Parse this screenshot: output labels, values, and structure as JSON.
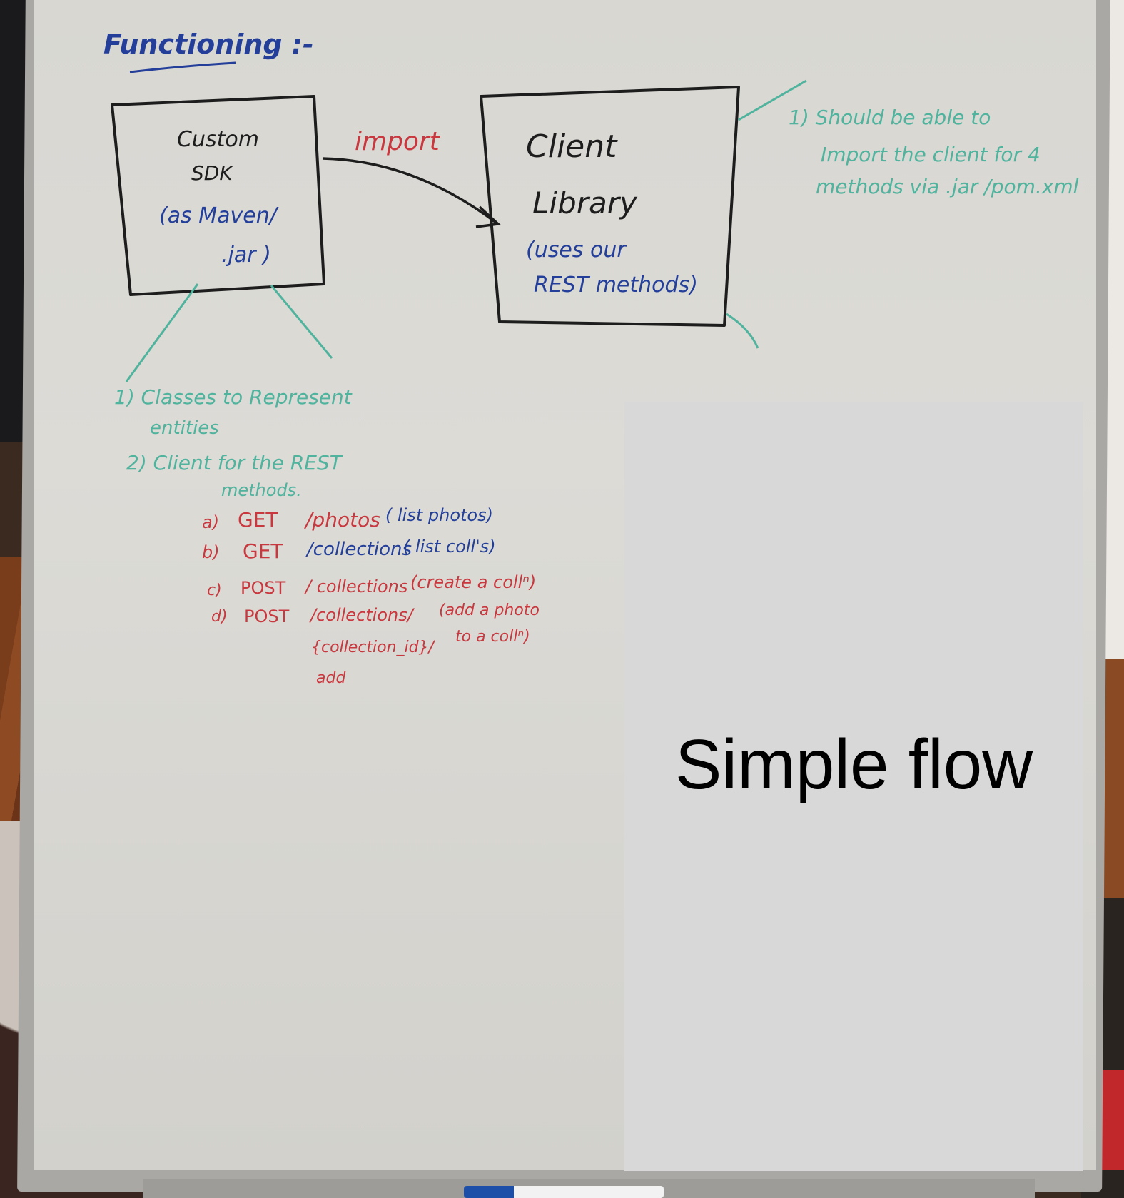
{
  "whiteboard": {
    "heading": "Functioning :-",
    "sdk_box": {
      "line1": "Custom",
      "line2": "SDK",
      "line3": "(as Maven/",
      "line4": ".jar )"
    },
    "arrow_label": "import",
    "client_box": {
      "line1": "Client",
      "line2": "Library",
      "line3": "(uses our",
      "line4": "REST methods)"
    },
    "client_note": {
      "line1": "1) Should be able to",
      "line2": "Import the client for 4",
      "line3": "methods via .jar /pom.xml"
    },
    "sdk_notes": {
      "note1_line1": "1) Classes to Represent",
      "note1_line2": "entities",
      "note2_line1": "2) Client for the REST",
      "note2_line2": "methods."
    },
    "methods": [
      {
        "letter": "a)",
        "verb": "GET",
        "path": "/photos",
        "desc": "( list photos)"
      },
      {
        "letter": "b)",
        "verb": "GET",
        "path": "/collections",
        "desc": "( list coll's)"
      },
      {
        "letter": "c)",
        "verb": "POST",
        "path": "/ collections",
        "desc": "(create a collⁿ)"
      },
      {
        "letter": "d)",
        "verb": "POST",
        "path": "/collections/",
        "desc": "(add a photo"
      }
    ],
    "method_d_extra": {
      "path_line2": "{collection_id}/",
      "path_line3": "add",
      "desc_line2": "to a collⁿ)"
    }
  },
  "overlay": {
    "caption": "Simple flow"
  },
  "colors": {
    "overlay_bg": "#d8d8d8",
    "ink_blue": "#233f9a",
    "ink_red": "#c8383e",
    "ink_teal": "#4fb39d",
    "ink_black": "#1d1d1d"
  }
}
